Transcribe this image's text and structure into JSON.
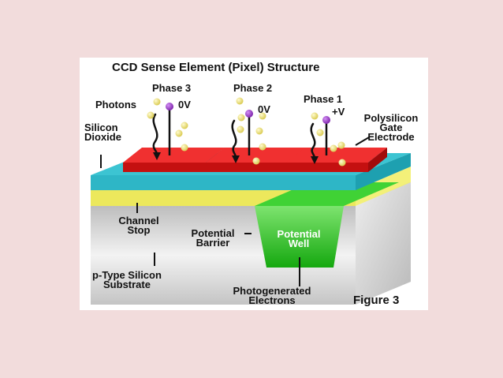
{
  "title": "CCD Sense Element (Pixel) Structure",
  "figure_label": "Figure 3",
  "labels": {
    "photons": "Photons",
    "phase3": "Phase 3",
    "phase2": "Phase 2",
    "phase1": "Phase 1",
    "v_phase3": "0V",
    "v_phase2": "0V",
    "v_phase1": "+V",
    "silicon_dioxide": "Silicon\nDioxide",
    "polysilicon_gate": "Polysilicon\nGate\nElectrode",
    "channel_stop": "Channel\nStop",
    "potential_barrier": "Potential\nBarrier",
    "potential_well": "Potential\nWell",
    "substrate": "p-Type Silicon\nSubstrate",
    "photo_electrons": "Photogenerated\nElectrons"
  },
  "colors": {
    "page_background": "#f2dcdc",
    "silicon_dioxide": "#3cc4d2",
    "gate_electrode": "#e01a1a",
    "channel_stop": "#f2ee6a",
    "potential_well": "#22c21a",
    "photon": "#ece27a",
    "electron_terminal": "#9b2fc9",
    "substrate": "#d8d8d8"
  }
}
